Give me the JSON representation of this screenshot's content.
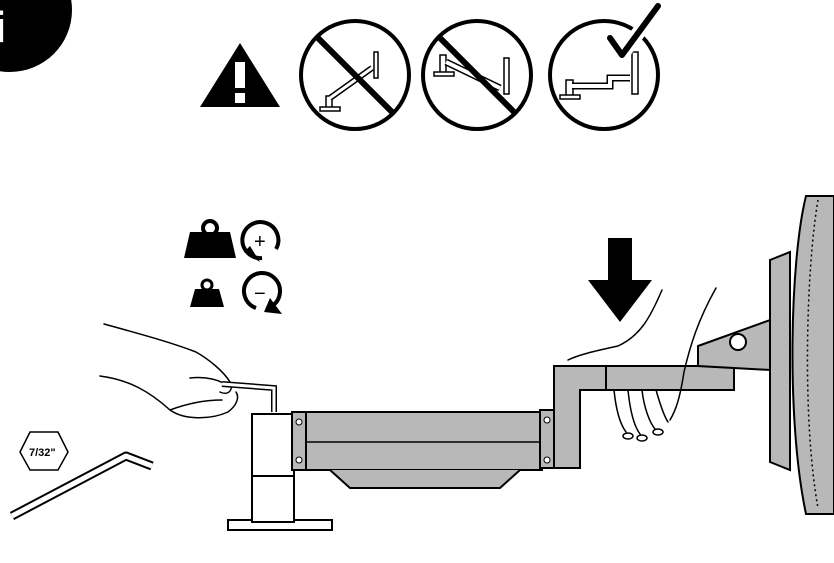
{
  "info_badge": {
    "letter": "i",
    "icon": "info-icon"
  },
  "warning": {
    "icon": "warning-triangle-icon"
  },
  "arm_positions": [
    {
      "icon": "arm-raised-prohibited-icon",
      "state": "prohibited"
    },
    {
      "icon": "arm-lowered-prohibited-icon",
      "state": "prohibited"
    },
    {
      "icon": "arm-level-approved-icon",
      "state": "approved"
    }
  ],
  "tension": [
    {
      "weight": "heavy",
      "icon": "rotate-clockwise-plus-icon",
      "symbol": "+"
    },
    {
      "weight": "light",
      "icon": "rotate-counterclockwise-minus-icon",
      "symbol": "−"
    }
  ],
  "tool": {
    "size_label": "7/32\"",
    "icon": "allen-wrench-icon"
  },
  "colors": {
    "ink": "#000000",
    "arm_fill": "#b8b8b8",
    "paper": "#ffffff"
  }
}
